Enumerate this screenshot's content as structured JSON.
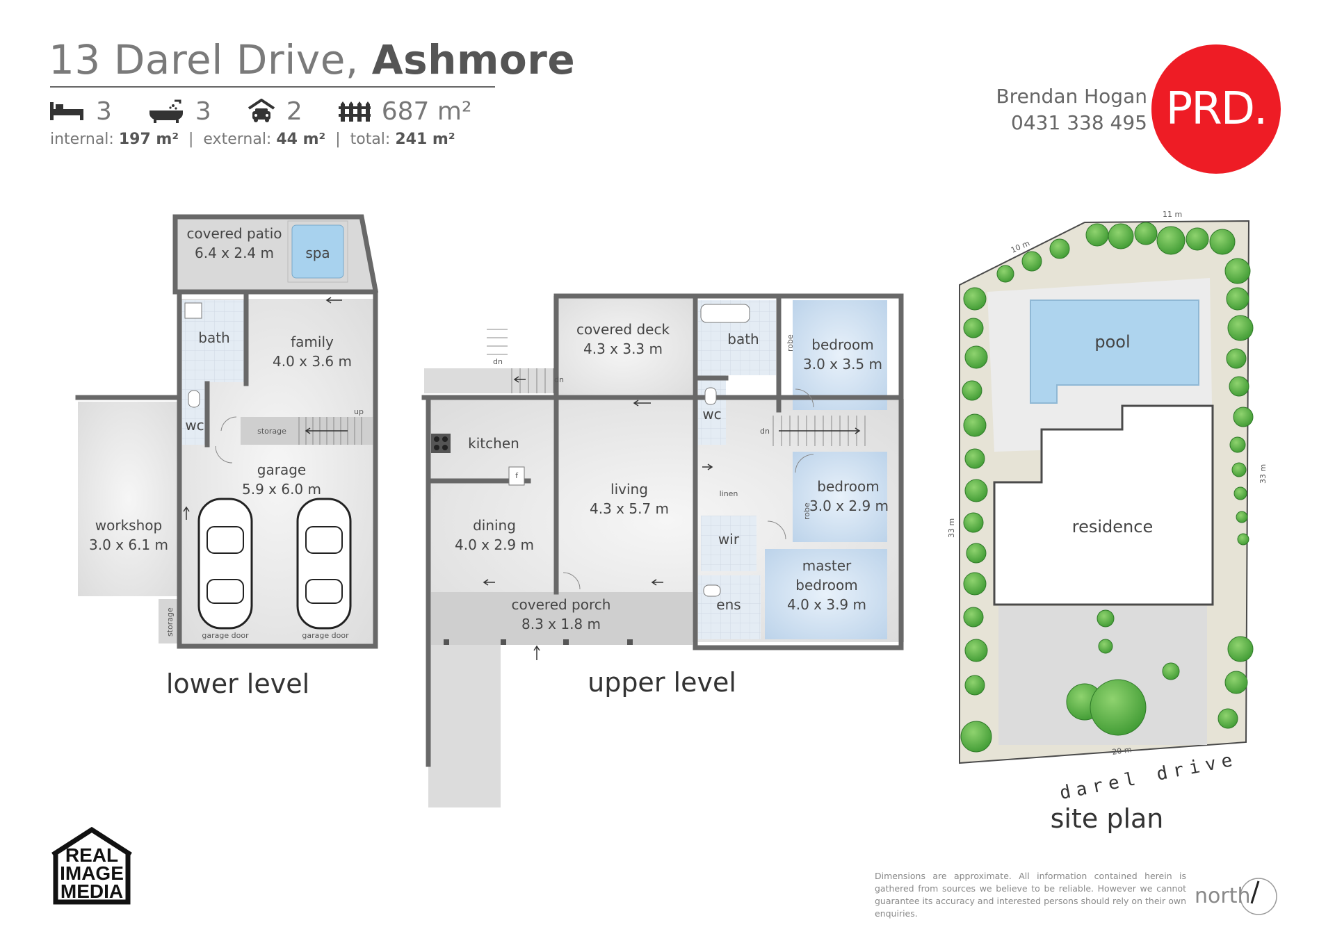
{
  "header": {
    "street": "13 Darel Drive,",
    "suburb": "Ashmore",
    "bedrooms": "3",
    "bathrooms": "3",
    "car_spaces": "2",
    "land_area": "687 m²",
    "internal_label": "internal:",
    "internal_value": "197 m²",
    "external_label": "external:",
    "external_value": "44 m²",
    "total_label": "total:",
    "total_value": "241 m²",
    "separator": "|"
  },
  "agent": {
    "name": "Brendan Hogan",
    "phone": "0431 338 495",
    "logo_text": "PRD."
  },
  "lower_level": {
    "caption": "lower level",
    "rooms": {
      "covered_patio": "covered patio",
      "covered_patio_dims": "6.4 x 2.4 m",
      "spa": "spa",
      "bath": "bath",
      "family": "family",
      "family_dims": "4.0 x 3.6 m",
      "wc": "wc",
      "storage": "storage",
      "up": "up",
      "garage": "garage",
      "garage_dims": "5.9 x 6.0 m",
      "workshop": "workshop",
      "workshop_dims": "3.0 x 6.1 m",
      "storage_small": "storage",
      "garage_door_1": "garage door",
      "garage_door_2": "garage door"
    }
  },
  "upper_level": {
    "caption": "upper level",
    "rooms": {
      "covered_deck": "covered deck",
      "covered_deck_dims": "4.3 x 3.3 m",
      "dn_1": "dn",
      "dn_2": "dn",
      "dn_3": "dn",
      "bath": "bath",
      "robe_1": "robe",
      "bedroom_1": "bedroom",
      "bedroom_1_dims": "3.0 x 3.5 m",
      "kitchen": "kitchen",
      "fridge": "f",
      "wc": "wc",
      "living": "living",
      "living_dims": "4.3 x 5.7 m",
      "linen": "linen",
      "bedroom_2": "bedroom",
      "bedroom_2_dims": "3.0 x 2.9 m",
      "robe_2": "robe",
      "dining": "dining",
      "dining_dims": "4.0 x 2.9 m",
      "wir": "wir",
      "master": "master",
      "master_2": "bedroom",
      "master_dims": "4.0 x 3.9 m",
      "ens": "ens",
      "covered_porch": "covered porch",
      "covered_porch_dims": "8.3 x 1.8 m"
    }
  },
  "site_plan": {
    "caption": "site plan",
    "street_name": "darel drive",
    "pool": "pool",
    "residence": "residence",
    "dim_top_left": "10 m",
    "dim_top": "11 m",
    "dim_left": "33 m",
    "dim_right": "33 m",
    "dim_bottom": "20 m"
  },
  "footer": {
    "disclaimer": "Dimensions are approximate.  All information contained herein is gathered from sources we believe to be reliable.  However we cannot guarantee its accuracy and interested persons should rely on their own enquiries.",
    "north_label": "north",
    "rim_line1": "REAL",
    "rim_line2": "IMAGE",
    "rim_line3": "MEDIA"
  },
  "colors": {
    "accent_red": "#ee1c25",
    "wall": "#666666",
    "floor_grey": "#dedede",
    "bedroom_blue": "#c9dcef",
    "pool_blue": "#aed4ee",
    "tree_green": "#5cba47",
    "lawn": "#e6e3d6"
  }
}
